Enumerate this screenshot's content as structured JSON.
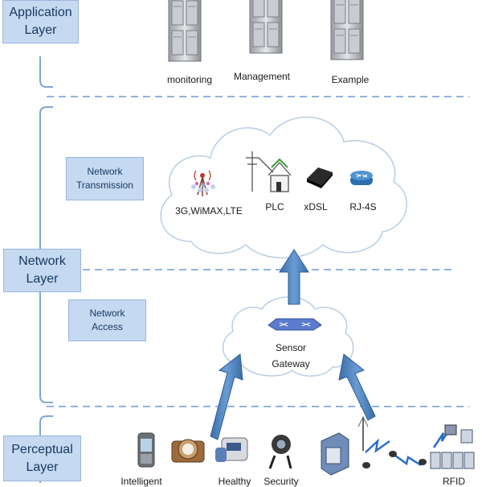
{
  "layers": {
    "application": {
      "line1": "Application",
      "line2": "Layer"
    },
    "network": {
      "line1": "Network",
      "line2": "Layer"
    },
    "perceptual": {
      "line1": "Perceptual",
      "line2": "Layer"
    }
  },
  "sublayers": {
    "transmission": {
      "line1": "Network",
      "line2": "Transmission"
    },
    "access": {
      "line1": "Network",
      "line2": "Access"
    }
  },
  "application_servers": [
    "monitoring",
    "Management",
    "Example"
  ],
  "transmission_tech": [
    "3G,WiMAX,LTE",
    "PLC",
    "xDSL",
    "RJ-4S"
  ],
  "gateway": {
    "line1": "Sensor",
    "line2": "Gateway"
  },
  "perceptual_devices": [
    "Intelligent",
    "Healthy",
    "Security",
    "RFID"
  ],
  "colors": {
    "box_fill": "#c5d9f1",
    "box_text": "#17375e",
    "arrow": "#4a7ebb",
    "divider": "#8fb4de",
    "bracket": "#7ea6d4"
  }
}
